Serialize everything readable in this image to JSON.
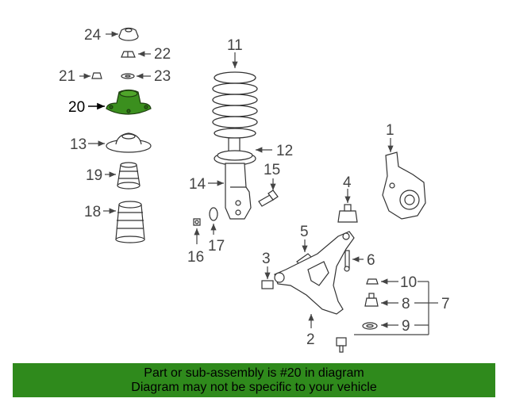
{
  "callouts": {
    "c1": "1",
    "c2": "2",
    "c3": "3",
    "c4": "4",
    "c5": "5",
    "c6": "6",
    "c7": "7",
    "c8": "8",
    "c9": "9",
    "c10": "10",
    "c11": "11",
    "c12": "12",
    "c13": "13",
    "c14": "14",
    "c15": "15",
    "c16": "16",
    "c17": "17",
    "c18": "18",
    "c19": "19",
    "c20": "20",
    "c21": "21",
    "c22": "22",
    "c23": "23",
    "c24": "24"
  },
  "highlight": {
    "part": "20",
    "color": "#3b8f1e"
  },
  "banner": {
    "line1": "Part or sub-assembly is #20 in diagram",
    "line2": "Diagram may not be specific to your vehicle",
    "color": "#2f8a1c"
  }
}
